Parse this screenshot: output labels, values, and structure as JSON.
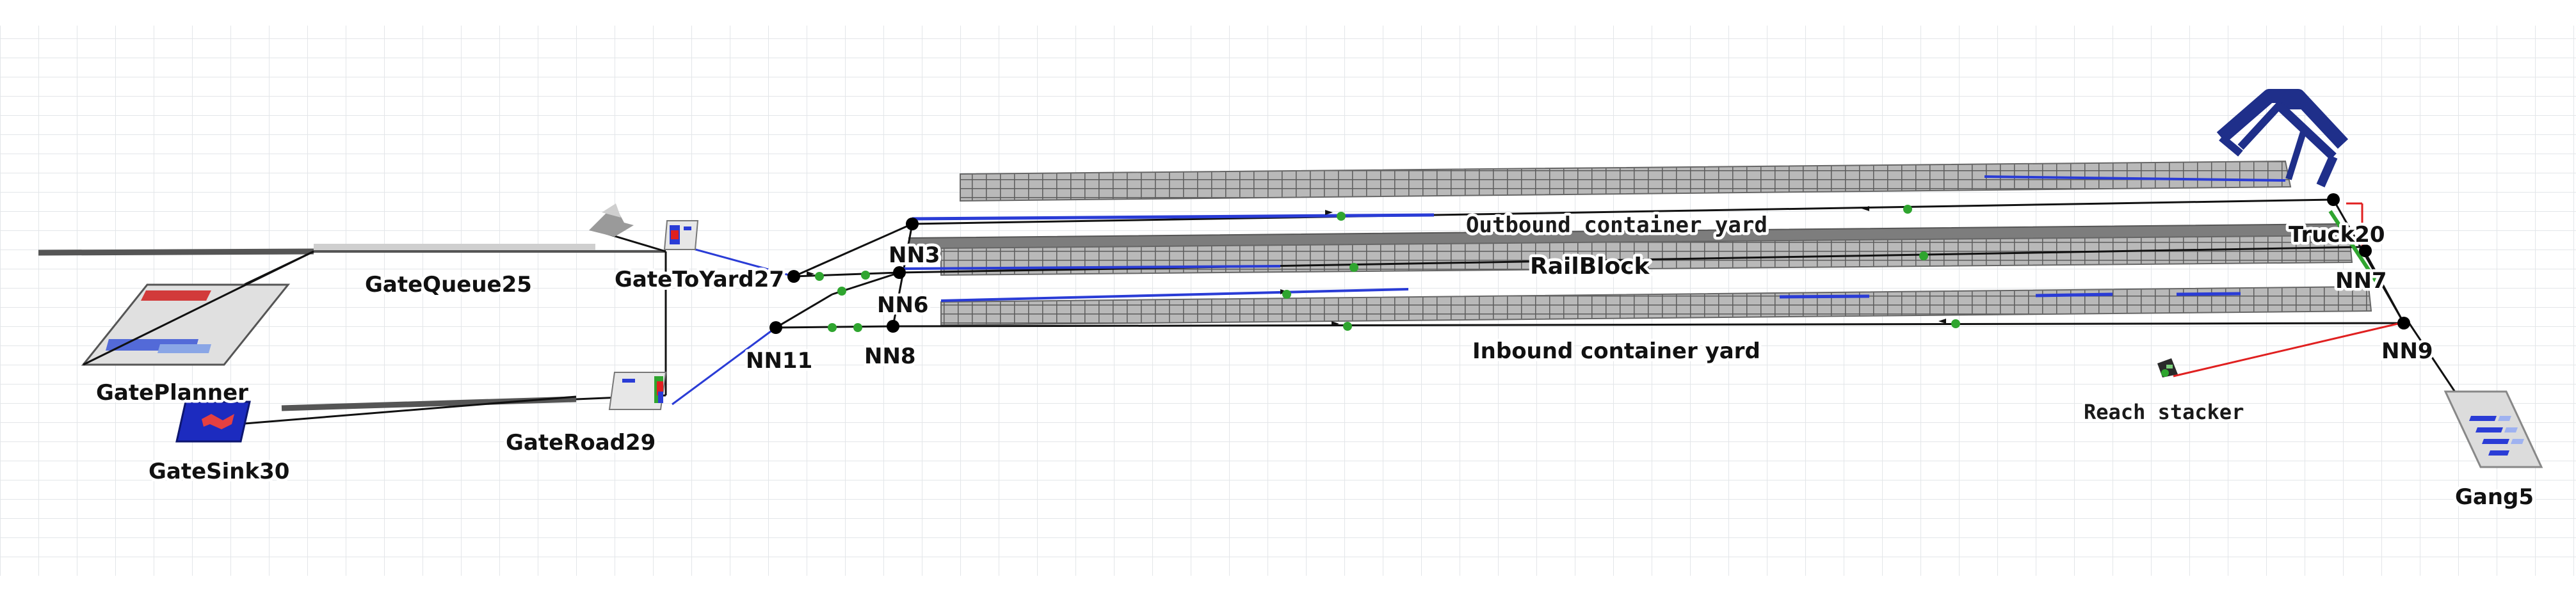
{
  "viewport": {
    "background": "#ffffff",
    "grid_color": "#e6e8ea"
  },
  "nodes": {
    "gate_planner": "GatePlanner",
    "gate_sink": "GateSink30",
    "gate_queue": "GateQueue25",
    "gate_road": "GateRoad29",
    "gate_to_yard": "GateToYard27",
    "nn3": "NN3",
    "nn6": "NN6",
    "nn8": "NN8",
    "nn11": "NN11",
    "nn7": "NN7",
    "nn9": "NN9",
    "truck": "Truck20",
    "gang": "Gang5",
    "reach_stacker": "Reach stacker"
  },
  "yards": {
    "outbound": "Outbound container yard",
    "rail_block": "RailBlock",
    "inbound": "Inbound container yard"
  },
  "colors": {
    "path_blue": "#2a3cd6",
    "path_black": "#111111",
    "path_red": "#e02020",
    "node_green": "#2fa52f",
    "node_black": "#000000",
    "crane_navy": "#1f2f8a",
    "yard_fill": "#8f8f8f",
    "rail_dark": "#555555"
  },
  "icons": {
    "gate_planner": "planner-icon",
    "gate_sink": "sink-icon",
    "reach_stacker": "reach-stacker-icon",
    "crane": "gantry-crane-icon",
    "gang": "gang-icon"
  }
}
